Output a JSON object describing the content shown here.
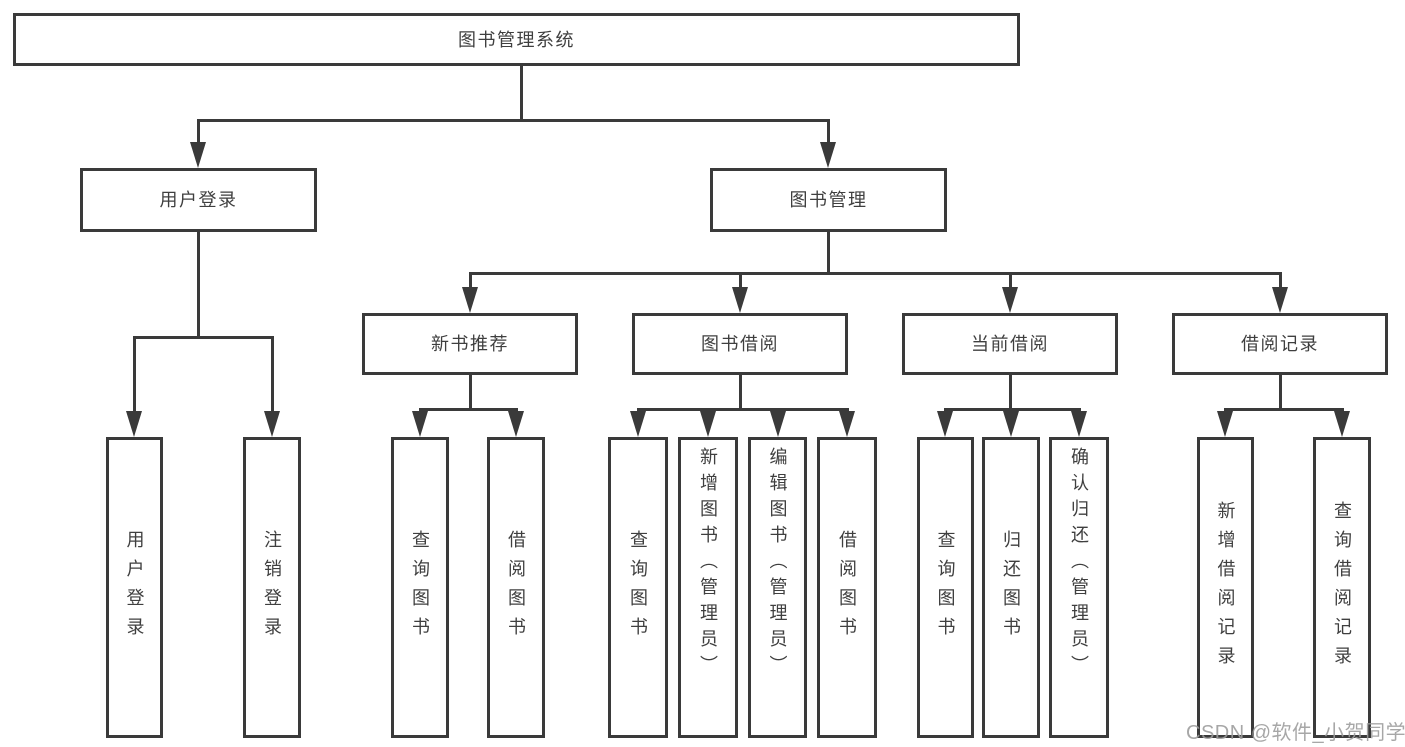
{
  "diagram": {
    "root": {
      "label": "图书管理系统"
    },
    "branches": [
      {
        "label": "用户登录",
        "children": [
          {
            "label": "用户登录"
          },
          {
            "label": "注销登录"
          }
        ]
      },
      {
        "label": "图书管理",
        "children": [
          {
            "label": "新书推荐",
            "children": [
              {
                "label": "查询图书"
              },
              {
                "label": "借阅图书"
              }
            ]
          },
          {
            "label": "图书借阅",
            "children": [
              {
                "label": "查询图书"
              },
              {
                "label": "新增图书（管理员）"
              },
              {
                "label": "编辑图书（管理员）"
              },
              {
                "label": "借阅图书"
              }
            ]
          },
          {
            "label": "当前借阅",
            "children": [
              {
                "label": "查询图书"
              },
              {
                "label": "归还图书"
              },
              {
                "label": "确认归还（管理员）"
              }
            ]
          },
          {
            "label": "借阅记录",
            "children": [
              {
                "label": "新增借阅记录"
              },
              {
                "label": "查询借阅记录"
              }
            ]
          }
        ]
      }
    ]
  },
  "watermark": {
    "text": "CSDN @软件_小贺同学"
  },
  "colors": {
    "line": "#3a3a3a",
    "text": "#3f3f3f",
    "watermark": "#9c9c9c",
    "background": "#ffffff"
  }
}
